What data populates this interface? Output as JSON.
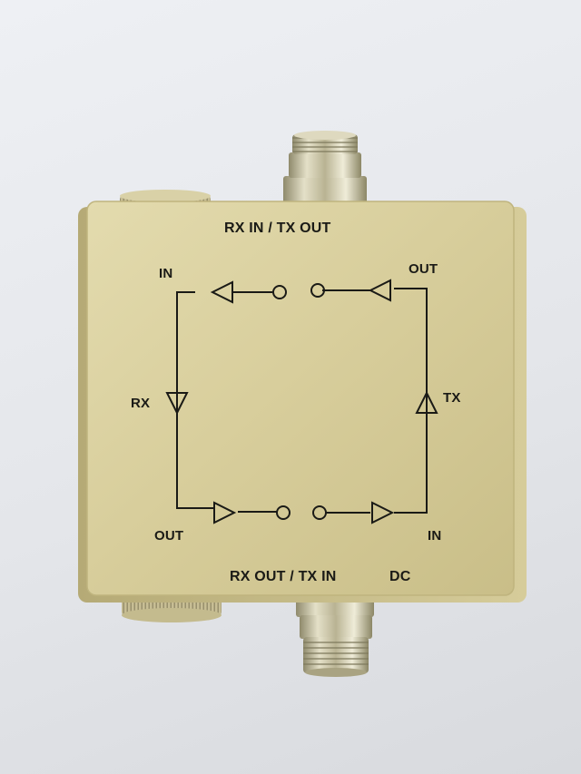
{
  "labels": {
    "top_port": "RX IN / TX OUT",
    "bottom_port": "RX OUT / TX IN",
    "dc": "DC",
    "rx_in": "IN",
    "rx": "RX",
    "rx_out": "OUT",
    "tx_out": "OUT",
    "tx": "TX",
    "tx_in": "IN"
  },
  "colors": {
    "housing": "#d9cf9e",
    "housing_dark": "#b8ad78",
    "connector": "#c8c3a2",
    "ink": "#1a1a16",
    "background": "#e6e8ec"
  },
  "icons": [
    "connector-top",
    "connector-bottom",
    "thumb-knob-top",
    "thumb-knob-bottom",
    "amplifier-triangle"
  ]
}
